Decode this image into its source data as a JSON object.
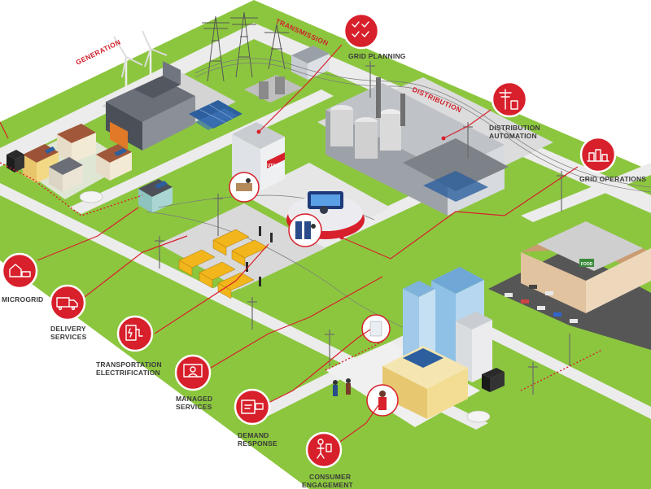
{
  "section_labels": {
    "generation": "GENERATION",
    "transmission": "TRANSMISSION",
    "distribution": "DISTRIBUTION"
  },
  "callouts": {
    "grid_planning": {
      "line1": "GRID PLANNING",
      "line2": "",
      "icon": "checklist-icon"
    },
    "distribution_automation": {
      "line1": "DISTRIBUTION",
      "line2": "AUTOMATION",
      "icon": "power-pole-icon"
    },
    "grid_operations": {
      "line1": "GRID OPERATIONS",
      "line2": "",
      "icon": "city-grid-icon"
    },
    "microgrid": {
      "line1": "MICROGRID",
      "line2": "",
      "icon": "house-car-icon"
    },
    "delivery_services": {
      "line1": "DELIVERY",
      "line2": "SERVICES",
      "icon": "delivery-truck-icon"
    },
    "transportation_electrification": {
      "line1": "TRANSPORTATION",
      "line2": "ELECTRIFICATION",
      "icon": "ev-charger-icon"
    },
    "managed_services": {
      "line1": "MANAGED",
      "line2": "SERVICES",
      "icon": "operator-screen-icon"
    },
    "demand_response": {
      "line1": "DEMAND",
      "line2": "RESPONSE",
      "icon": "meter-card-icon"
    },
    "consumer_engagement": {
      "line1": "CONSUMER",
      "line2": "ENGAGEMENT",
      "icon": "person-phone-icon"
    }
  },
  "signs": {
    "utility": "UTILITY",
    "store": "FOOD"
  },
  "colors": {
    "accent_red": "#d7202b",
    "grass": "#8cc63f",
    "road": "#ececec",
    "pad": "#d9d9d9"
  }
}
